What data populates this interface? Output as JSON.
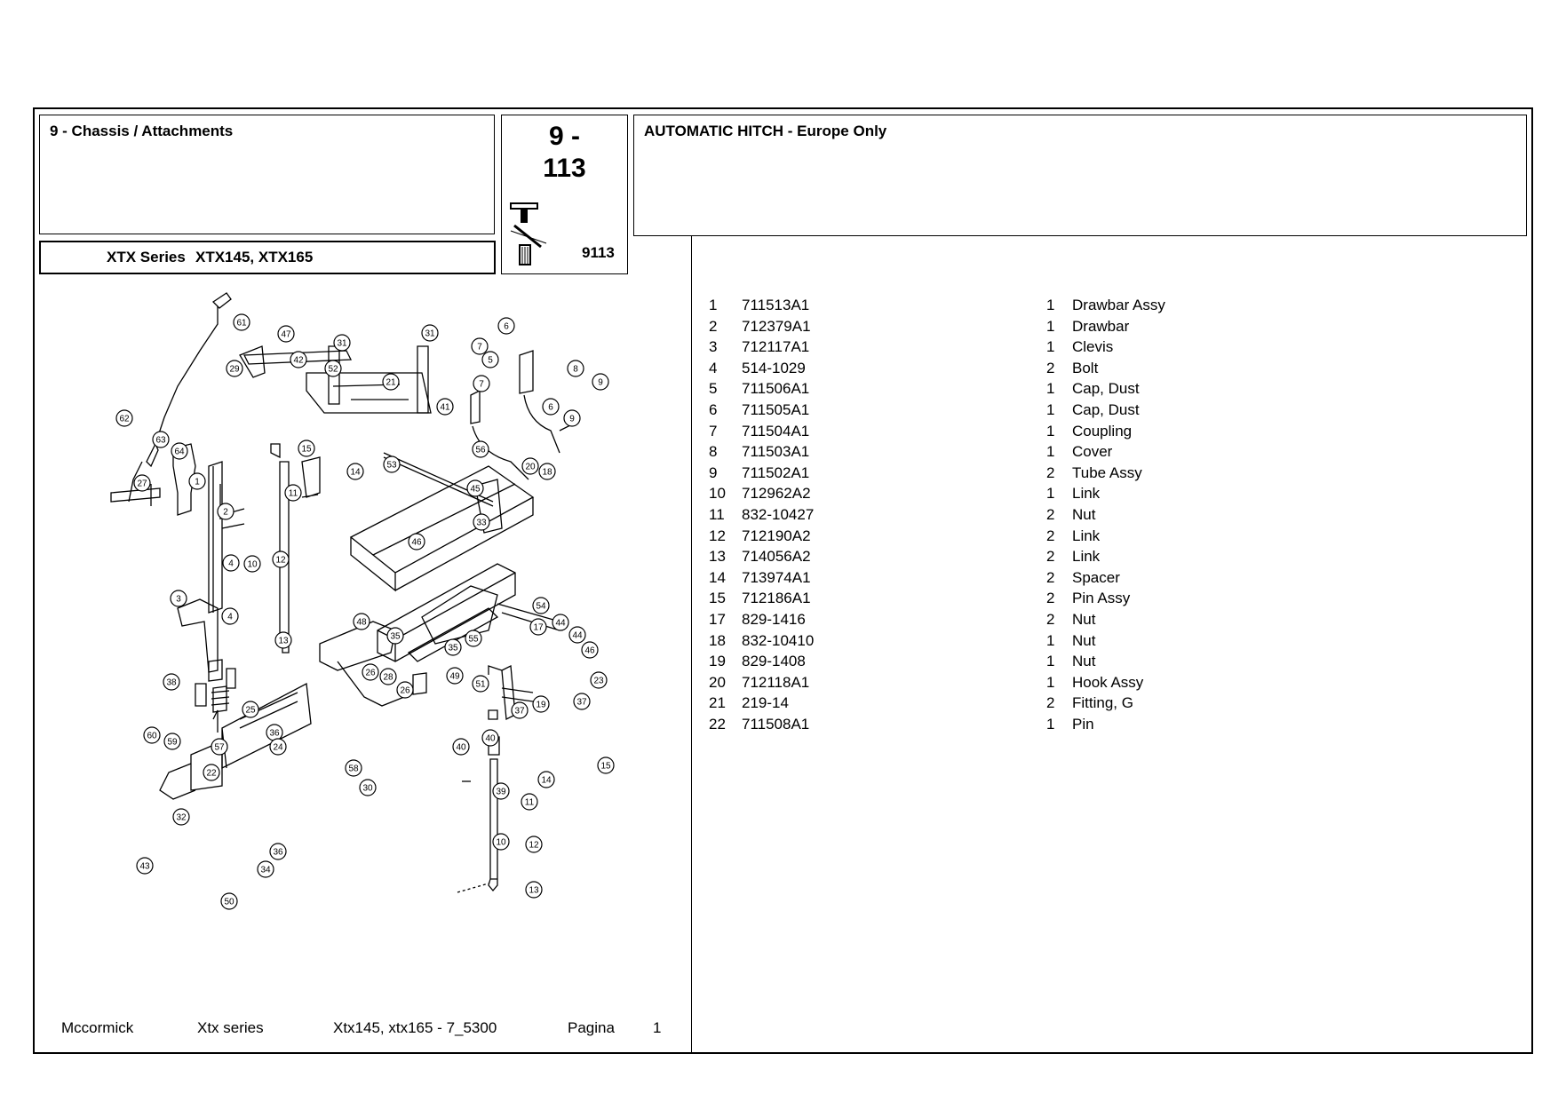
{
  "section": {
    "title": "9 - Chassis / Attachments"
  },
  "series": {
    "label": "XTX Series",
    "models": "XTX145, XTX165"
  },
  "page": {
    "number_line1": "9 -",
    "number_line2": "113",
    "code": "9113",
    "icon": "hitch-pin-icon"
  },
  "assembly": {
    "title": "AUTOMATIC HITCH - Europe Only"
  },
  "parts": [
    {
      "ref": "1",
      "part_no": "711513A1",
      "qty": "1",
      "description": "Drawbar Assy"
    },
    {
      "ref": "2",
      "part_no": "712379A1",
      "qty": "1",
      "description": "Drawbar"
    },
    {
      "ref": "3",
      "part_no": "712117A1",
      "qty": "1",
      "description": "Clevis"
    },
    {
      "ref": "4",
      "part_no": "514-1029",
      "qty": "2",
      "description": "Bolt"
    },
    {
      "ref": "5",
      "part_no": "711506A1",
      "qty": "1",
      "description": "Cap, Dust"
    },
    {
      "ref": "6",
      "part_no": "711505A1",
      "qty": "1",
      "description": "Cap, Dust"
    },
    {
      "ref": "7",
      "part_no": "711504A1",
      "qty": "1",
      "description": "Coupling"
    },
    {
      "ref": "8",
      "part_no": "711503A1",
      "qty": "1",
      "description": "Cover"
    },
    {
      "ref": "9",
      "part_no": "711502A1",
      "qty": "2",
      "description": "Tube Assy"
    },
    {
      "ref": "10",
      "part_no": "712962A2",
      "qty": "1",
      "description": "Link"
    },
    {
      "ref": "11",
      "part_no": "832-10427",
      "qty": "2",
      "description": "Nut"
    },
    {
      "ref": "12",
      "part_no": "712190A2",
      "qty": "2",
      "description": "Link"
    },
    {
      "ref": "13",
      "part_no": "714056A2",
      "qty": "2",
      "description": "Link"
    },
    {
      "ref": "14",
      "part_no": "713974A1",
      "qty": "2",
      "description": "Spacer"
    },
    {
      "ref": "15",
      "part_no": "712186A1",
      "qty": "2",
      "description": "Pin Assy"
    },
    {
      "ref": "17",
      "part_no": "829-1416",
      "qty": "2",
      "description": "Nut"
    },
    {
      "ref": "18",
      "part_no": "832-10410",
      "qty": "1",
      "description": "Nut"
    },
    {
      "ref": "19",
      "part_no": "829-1408",
      "qty": "1",
      "description": "Nut"
    },
    {
      "ref": "20",
      "part_no": "712118A1",
      "qty": "1",
      "description": "Hook Assy"
    },
    {
      "ref": "21",
      "part_no": "219-14",
      "qty": "2",
      "description": "Fitting, G"
    },
    {
      "ref": "22",
      "part_no": "711508A1",
      "qty": "1",
      "description": "Pin"
    }
  ],
  "diagram": {
    "callouts": [
      "61",
      "47",
      "31",
      "31",
      "6",
      "29",
      "42",
      "52",
      "21",
      "7",
      "5",
      "8",
      "9",
      "7",
      "6",
      "41",
      "9",
      "62",
      "63",
      "64",
      "15",
      "14",
      "53",
      "56",
      "20",
      "18",
      "27",
      "11",
      "45",
      "1",
      "2",
      "33",
      "4",
      "10",
      "12",
      "46",
      "3",
      "4",
      "54",
      "48",
      "35",
      "17",
      "44",
      "55",
      "35",
      "44",
      "46",
      "13",
      "26",
      "28",
      "49",
      "51",
      "23",
      "38",
      "26",
      "37",
      "19",
      "37",
      "25",
      "60",
      "36",
      "59",
      "40",
      "40",
      "58",
      "57",
      "24",
      "22",
      "30",
      "39",
      "14",
      "15",
      "11",
      "32",
      "12",
      "10",
      "36",
      "43",
      "34",
      "13",
      "50"
    ]
  },
  "footer": {
    "brand": "Mccormick",
    "series": "Xtx series",
    "models": "Xtx145, xtx165 - 7_5300",
    "page_label": "Pagina",
    "page_number": "1"
  }
}
